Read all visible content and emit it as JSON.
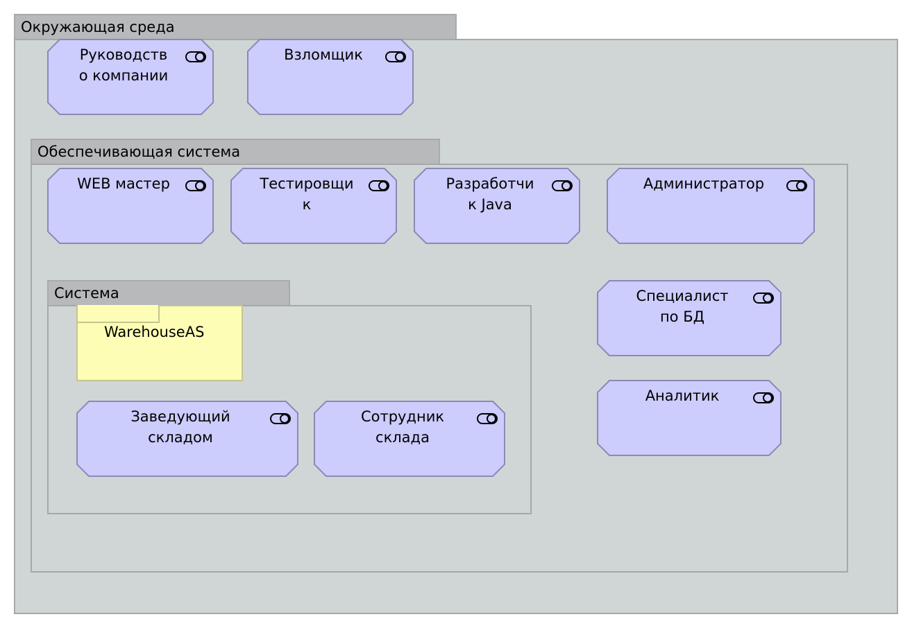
{
  "groups": {
    "environment": {
      "title": "Окружающая среда"
    },
    "support": {
      "title": "Обеспечивающая система"
    },
    "system": {
      "title": "Система"
    }
  },
  "roles": {
    "management": {
      "label": "Руководств\nо компании"
    },
    "hacker": {
      "label": "Взломщик"
    },
    "web_master": {
      "label": "WEB мастер"
    },
    "tester": {
      "label": "Тестировщи\nк"
    },
    "java_dev": {
      "label": "Разработчи\nк Java"
    },
    "admin": {
      "label": "Администратор"
    },
    "db_specialist": {
      "label": "Специалист\nпо БД"
    },
    "analyst": {
      "label": "Аналитик"
    },
    "warehouse_manager": {
      "label": "Заведующий\nскладом"
    },
    "warehouse_staff": {
      "label": "Сотрудник\nсклада"
    }
  },
  "system_component": {
    "label": "WarehouseAS"
  },
  "colors": {
    "role_fill": "#ccccfd",
    "role_stroke": "#8a89b7",
    "group_fill": "#d0d6d6",
    "group_tab": "#b7b9ba",
    "system_fill": "#fdfdb5"
  },
  "icons": {
    "role": "role-toggle-icon"
  }
}
